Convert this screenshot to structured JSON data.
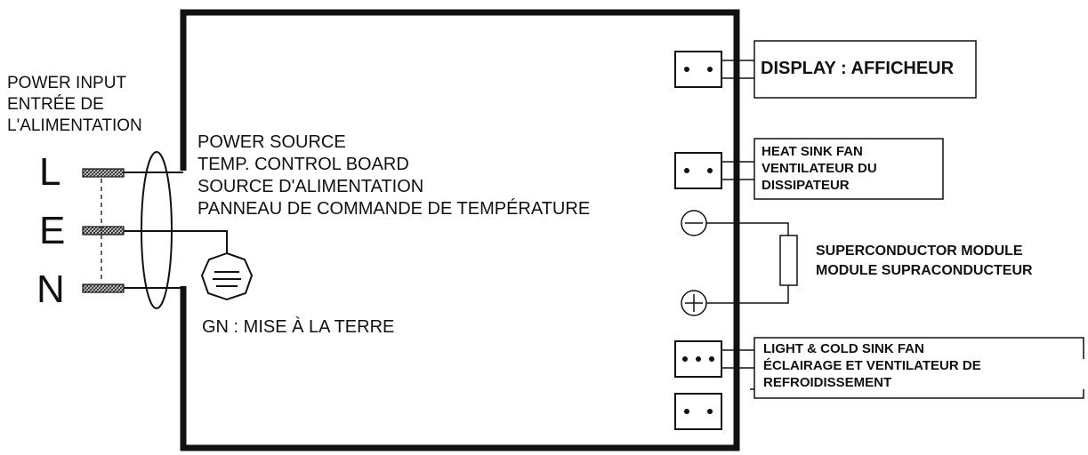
{
  "power_input": {
    "lines": [
      "POWER INPUT",
      "ENTRÉE DE",
      "L'ALIMENTATION"
    ]
  },
  "pins": [
    "L",
    "E",
    "N"
  ],
  "board": {
    "lines": [
      "POWER SOURCE",
      "TEMP. CONTROL BOARD",
      "SOURCE D'ALIMENTATION",
      "PANNEAU DE COMMANDE DE TEMPÉRATURE"
    ]
  },
  "ground": {
    "label": "GN : MISE À LA TERRE"
  },
  "display": {
    "label": "DISPLAY : AFFICHEUR"
  },
  "heat_sink_fan": {
    "lines": [
      "HEAT SINK FAN",
      "VENTILATEUR DU",
      "DISSIPATEUR"
    ]
  },
  "superconductor": {
    "lines": [
      "SUPERCONDUCTOR MODULE",
      "MODULE SUPRACONDUCTEUR"
    ]
  },
  "light_cold_fan": {
    "lines": [
      "LIGHT & COLD SINK FAN",
      "ÉCLAIRAGE ET VENTILATEUR DE",
      "REFROIDISSEMENT"
    ]
  }
}
